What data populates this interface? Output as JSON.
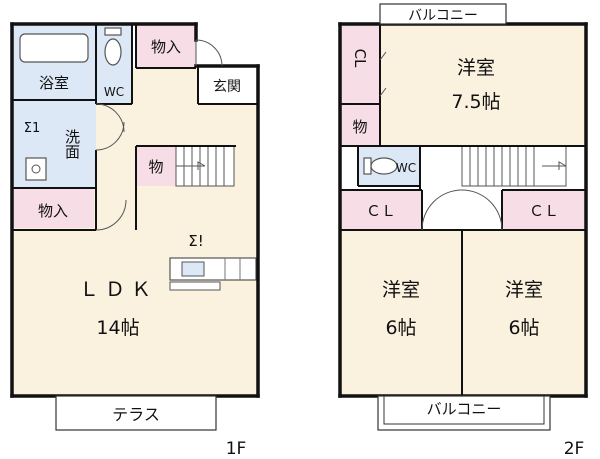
{
  "floor1": {
    "floor_label": "1F",
    "rooms": {
      "bath": "浴室",
      "wc": "WC",
      "storage_top": "物入",
      "entrance": "玄関",
      "washroom": "洗面",
      "washroom_mark": "Σ1",
      "storage_stairs": "物",
      "storage_left": "物入",
      "ldk_name": "ＬＤＫ",
      "ldk_size": "14帖",
      "ldk_mark": "Σ!",
      "terrace": "テラス"
    }
  },
  "floor2": {
    "floor_label": "2F",
    "rooms": {
      "balcony_top": "バルコニー",
      "closet_top": "CL",
      "western_top_name": "洋室",
      "western_top_size": "7.5帖",
      "storage_small": "物",
      "wc": "WC",
      "closet_left": "ＣＬ",
      "closet_right": "ＣＬ",
      "western_left_name": "洋室",
      "western_left_size": "6帖",
      "western_right_name": "洋室",
      "western_right_size": "6帖",
      "balcony_bottom": "バルコニー"
    }
  },
  "colors": {
    "wall": "#111111",
    "bath_fill": "#dde8f7",
    "storage_fill": "#f6dde6",
    "room_fill": "#faf1df",
    "plain_fill": "#ffffff"
  }
}
